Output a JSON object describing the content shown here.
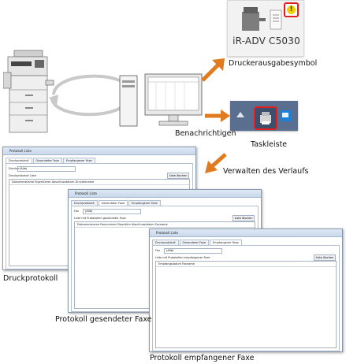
{
  "printer_card": {
    "model": "iR-ADV C5030"
  },
  "labels": {
    "printer_icon": "Druckerausgabesymbol",
    "notify": "Benachrichtigen",
    "taskbar": "Taskleiste",
    "manage": "Verwalten des Verlaufs",
    "print_log": "Druckprotokoll",
    "sent_log": "Protokoll gesendeter Faxe",
    "received_log": "Protokoll empfangener Faxe"
  },
  "windows": {
    "print": {
      "title": "Protokoll Liste",
      "tabs": [
        "Druckprotokoll",
        "Gesendeter Faxe",
        "Empfangener Faxe"
      ],
      "filter_label": "Drucker",
      "filter_value": "(Alle)",
      "list_label": "Druckprotokoll Liste",
      "delete_button": "Liste löschen",
      "columns": "Dokumentname  Eigentümer  Abschlussdatum  Druckername"
    },
    "sent": {
      "title": "Protokoll Liste",
      "tabs": [
        "Druckprotokoll",
        "Gesendeter Faxe",
        "Empfangener Faxe"
      ],
      "filter_label": "Fax",
      "filter_value": "(Alle)",
      "list_label": "Liste mit Protokollen gesendeter Faxe",
      "delete_button": "Liste löschen",
      "columns": "Dokumentname  Faxnummer  Eigentüm  Abschlussdatum  Faxname"
    },
    "received": {
      "title": "Protokoll Liste",
      "tabs": [
        "Druckprotokoll",
        "Gesendeter Faxe",
        "Empfangener Faxe"
      ],
      "filter_label": "Fax",
      "filter_value": "(Alle)",
      "list_label": "Liste mit Protokollen empfangener Faxe",
      "delete_button": "Liste löschen",
      "columns": "Empfangsdatum  Faxname"
    }
  },
  "colors": {
    "arrow": "#e07b1f",
    "highlight": "#e02020",
    "taskbar": "#5a6f8f"
  }
}
